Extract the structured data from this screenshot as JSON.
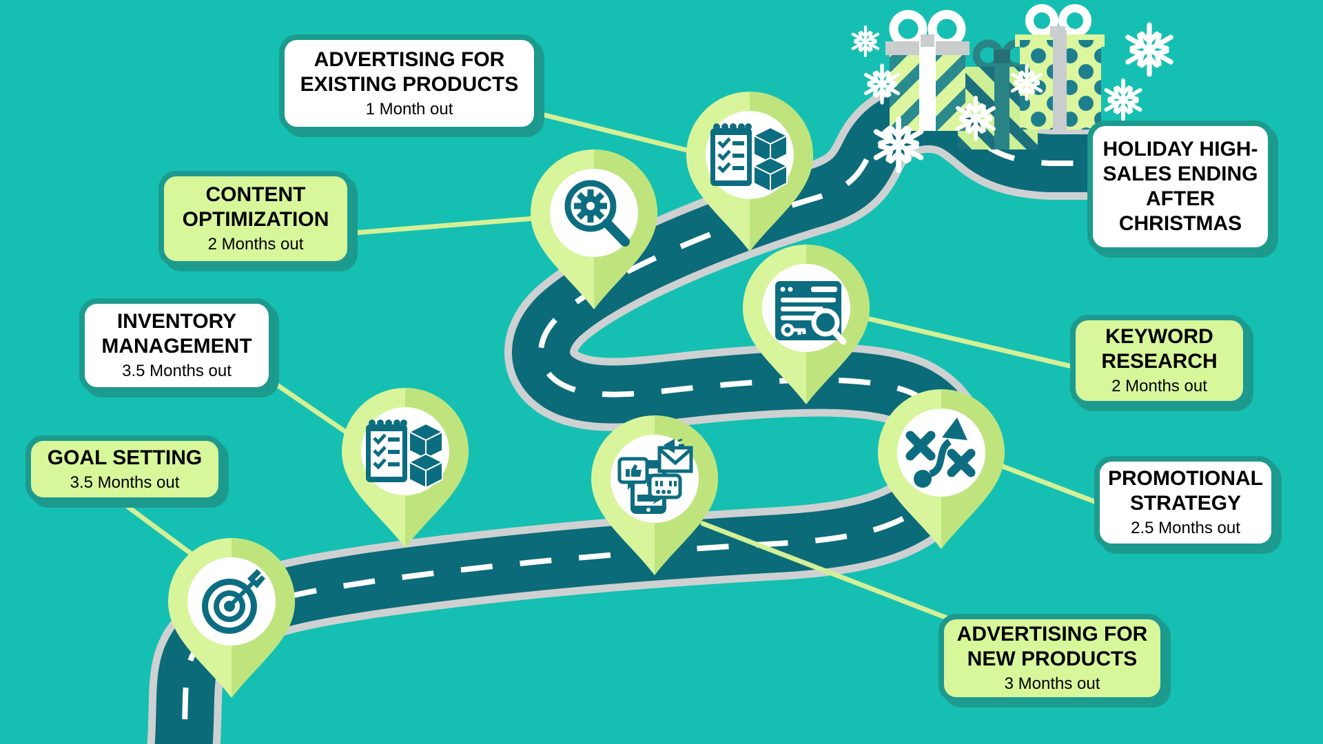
{
  "palette": {
    "background": "#15c0b2",
    "road_surface": "#0b6b79",
    "road_edge": "#ced1d1",
    "road_dash": "#ffffff",
    "label_border": "#1d9a8e",
    "label_green_bg": "#d8f79b",
    "label_white_bg": "#ffffff",
    "pin_light": "#d9f59c",
    "pin_dark": "#bfe47d",
    "icon_teal": "#0d6d80",
    "connector": "#d4f096",
    "text": "#000000"
  },
  "milestones": [
    {
      "id": "advertising-existing",
      "title": "ADVERTISING FOR EXISTING PRODUCTS",
      "subtitle": "1 Month out",
      "box_style": "white",
      "icon": "checklist-boxes-icon"
    },
    {
      "id": "content-optimization",
      "title": "CONTENT OPTIMIZATION",
      "subtitle": "2 Months out",
      "box_style": "green",
      "icon": "gear-magnifier-icon"
    },
    {
      "id": "inventory-management",
      "title": "INVENTORY MANAGEMENT",
      "subtitle": "3.5 Months out",
      "box_style": "white",
      "icon": "checklist-boxes-icon"
    },
    {
      "id": "goal-setting",
      "title": "GOAL SETTING",
      "subtitle": "3.5 Months out",
      "box_style": "green",
      "icon": "target-dart-icon"
    },
    {
      "id": "holiday-ending",
      "title": "HOLIDAY HIGH-SALES ENDING AFTER CHRISTMAS",
      "subtitle": "",
      "box_style": "white",
      "icon": "gift-boxes"
    },
    {
      "id": "keyword-research",
      "title": "KEYWORD RESEARCH",
      "subtitle": "2 Months out",
      "box_style": "green",
      "icon": "browser-keyword-icon"
    },
    {
      "id": "promotional-strategy",
      "title": "PROMOTIONAL STRATEGY",
      "subtitle": "2.5 Months out",
      "box_style": "white",
      "icon": "strategy-arrows-icon"
    },
    {
      "id": "advertising-new",
      "title": "ADVERTISING FOR NEW PRODUCTS",
      "subtitle": "3 Months out",
      "box_style": "green",
      "icon": "social-ads-icon"
    }
  ],
  "decorations": {
    "gift_count": 3,
    "gifts": [
      "striped-gift-white-bow",
      "striped-gift-teal-bow",
      "polka-dot-gift-white-bow"
    ],
    "snowflake_count": 7,
    "road": "winding-road-with-dashed-center-line"
  }
}
